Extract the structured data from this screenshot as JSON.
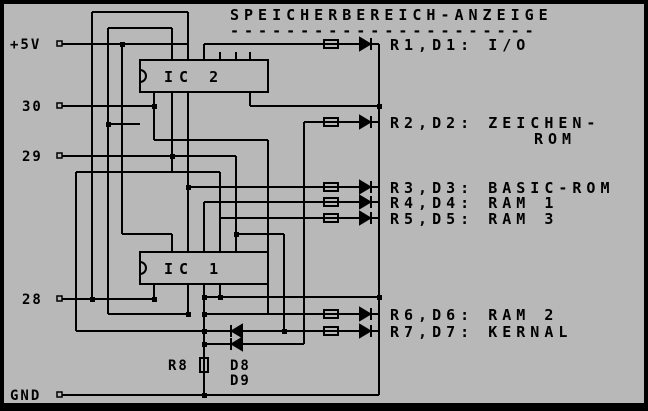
{
  "title": "SPEICHERBEREICH-ANZEIGE",
  "title_underline": "----------------------",
  "pins": {
    "p5v": "+5V",
    "p30": "30",
    "p29": "29",
    "p28": "28",
    "gnd": "GND"
  },
  "chips": {
    "ic2": "IC 2",
    "ic1": "IC 1"
  },
  "outputs": {
    "r1": "R1,D1: I/O",
    "r2": "R2,D2: ZEICHEN-",
    "r2b": "ROM",
    "r3": "R3,D3: BASIC-ROM",
    "r4": "R4,D4: RAM 1",
    "r5": "R5,D5: RAM 3",
    "r6": "R6,D6: RAM 2",
    "r7": "R7,D7: KERNAL"
  },
  "bottom": {
    "r8": "R8",
    "d8": "D8",
    "d9": "D9"
  }
}
